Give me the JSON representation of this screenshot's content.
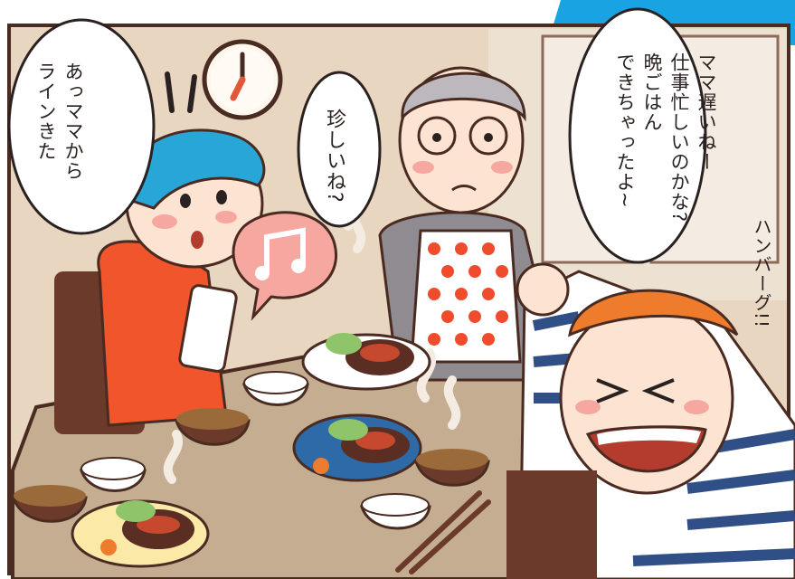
{
  "scene": {
    "speech_girl": "あっママから\nラインきた",
    "speech_mid": "珍しいね?",
    "speech_father": "ママ遅いねー\n仕事忙しいのかな?\n晩ごはん\nできちゃったよ~",
    "sfx_boy": "ハンバーグ!!"
  },
  "colors": {
    "corner_accent": "#1aa3e3",
    "girl_hair": "#29a6d8",
    "girl_shirt": "#f0552c",
    "boy_hair": "#ef7b2d",
    "table": "#c9b59a",
    "wall": "#e9d8c4"
  },
  "icons": [
    "clock-icon",
    "music-note-icon"
  ]
}
